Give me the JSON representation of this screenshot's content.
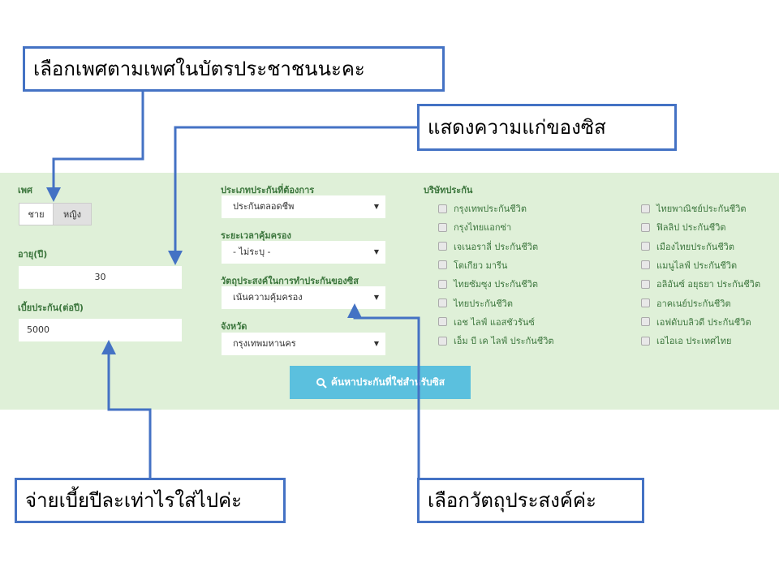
{
  "form": {
    "gender_label": "เพศ",
    "gender_options": [
      "ชาย",
      "หญิง"
    ],
    "gender_selected": "หญิง",
    "age_label": "อายุ(ปี)",
    "age_value": "30",
    "premium_label": "เบี้ยประกัน(ต่อปี)",
    "premium_value": "5000",
    "type_label": "ประเภทประกันที่ต้องการ",
    "type_value": "ประกันตลอดชีพ",
    "period_label": "ระยะเวลาคุ้มครอง",
    "period_value": "- ไม่ระบุ -",
    "purpose_label": "วัตถุประสงค์ในการทำประกันของซิส",
    "purpose_value": "เน้นความคุ้มครอง",
    "province_label": "จังหวัด",
    "province_value": "กรุงเทพมหานคร",
    "company_label": "บริษัทประกัน",
    "companies_left": [
      "กรุงเทพประกันชีวิต",
      "กรุงไทยแอกซ่า",
      "เจเนอราลี่ ประกันชีวิต",
      "โตเกียว มารีน",
      "ไทยซัมซุง ประกันชีวิต",
      "ไทยประกันชีวิต",
      "เอช ไลฟ์ แอสชัวรันซ์",
      "เอ็ม บี เค ไลฟ์ ประกันชีวิต"
    ],
    "companies_right": [
      "ไทยพาณิชย์ประกันชีวิต",
      "ฟิลลิป ประกันชีวิต",
      "เมืองไทยประกันชีวิต",
      "แมนูไลฟ์ ประกันชีวิต",
      "อลิอันซ์ อยุธยา ประกันชีวิต",
      "อาคเนย์ประกันชีวิต",
      "เอฟดับบลิวดี ประกันชีวิต",
      "เอไอเอ ประเทศไทย"
    ],
    "search_button": "ค้นหาประกันที่ใช่สำหรับซิส"
  },
  "callouts": {
    "gender": "เลือกเพศตามเพศในบัตรประชาชนนะคะ",
    "age": "แสดงความแก่ของซิส",
    "premium": "จ่ายเบี้ยปีละเท่าไรใส่ไปค่ะ",
    "purpose": "เลือกวัตถุประสงค์ค่ะ"
  },
  "colors": {
    "band": "#dff0d8",
    "label": "#3c763d",
    "button": "#5bc0de",
    "callout_border": "#4472c4"
  }
}
